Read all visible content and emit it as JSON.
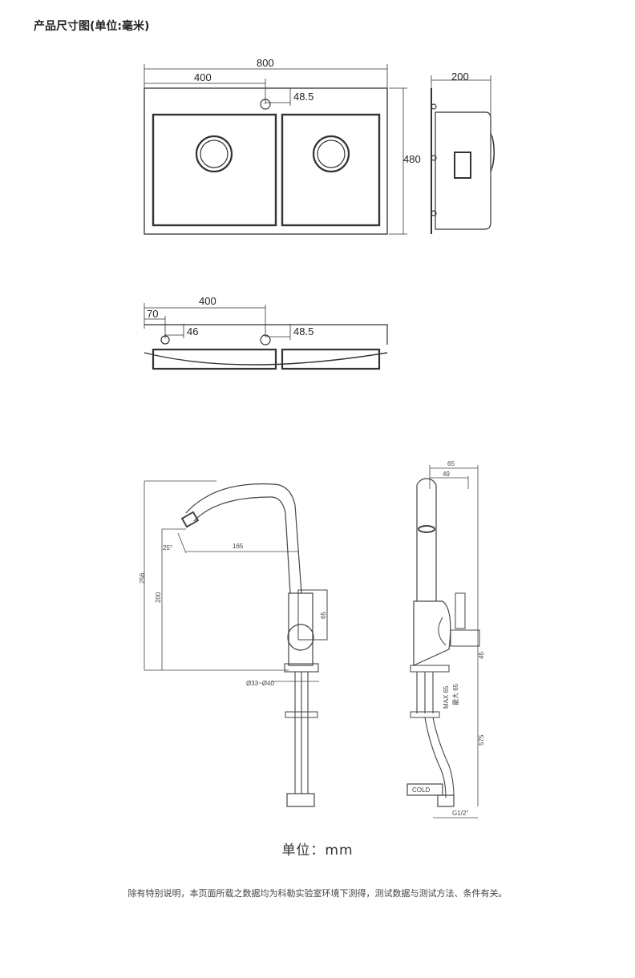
{
  "page": {
    "title": "产品尺寸图(单位:毫米)",
    "unit_label": "单位：mm",
    "footnote": "除有特别说明，本页面所载之数据均为科勒实验室环境下测得，测试数据与测试方法、条件有关。"
  },
  "sink_top_view": {
    "width_total": "800",
    "half_width": "400",
    "faucet_hole_offset": "48.5",
    "depth": "480"
  },
  "sink_side_view": {
    "height": "200"
  },
  "sink_front_profile": {
    "half_width": "400",
    "hole_offset_70": "70",
    "hole_offset_46": "46",
    "faucet_hole_offset": "48.5"
  },
  "faucet_front": {
    "total_height": "256",
    "spout_height": "200",
    "reach": "165",
    "angle": "25°",
    "handle_height": "65",
    "hole_diameter": "Ø33~Ø40"
  },
  "faucet_side": {
    "top_width": "65",
    "spout_width": "49",
    "handle_offset": "45",
    "max_thickness_en": "MAX 65",
    "max_thickness_cn": "最大 65",
    "hose_length": "575",
    "cold_label": "COLD",
    "thread": "G1/2\""
  }
}
